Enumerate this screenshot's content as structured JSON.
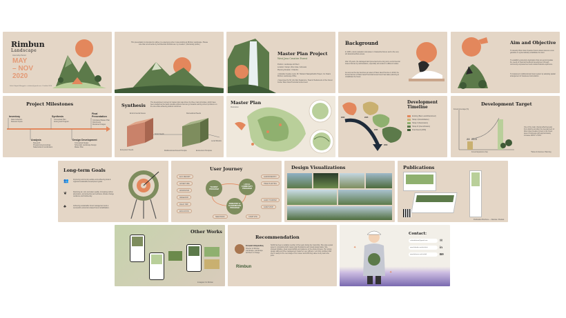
{
  "colors": {
    "slide_bg": "#e4d6c6",
    "accent_orange": "#e3875c",
    "forest_green": "#5c7a4a",
    "dark_green": "#3e5a36",
    "pale_green": "#b9cf9a",
    "purple": "#7a6ab0"
  },
  "slide1": {
    "title_line1": "Rimbun",
    "title_line2": "Landscape",
    "subtitle": "Internship Period",
    "month1": "MAY",
    "month2": "– NOV",
    "year": "2020",
    "footer": "Suhiti Vidyadi Manggala • suhitivm@gmail.com • Portfolio 2020"
  },
  "slide2": {
    "body": "This presentation is intended to outline my experience when I was working at Rimbun Landscape. Please note that not all works by Architectural Portfolio are my creation. ( Rebrandly profile )"
  },
  "slide3": {
    "title": "Master Plan Project",
    "subtitle": "West Java Creative Forest",
    "lines": [
      "Position: Landscape Architect",
      "Location: Cianjur, West Java, Indonesia",
      "Planning Duration: 6 Months",
      "• Adorable Creative Land, Mr. Hartanto Wasiyatfuddin Project, Co: Rasim Rimbun Landscape Office",
      "• Supervised by Mr. Aris Dan Sugianono, Head of Settlements of the Forest Center West Java Provincial Government"
    ]
  },
  "slide4": {
    "title": "Background",
    "paras": [
      "In 2005, a land evaluation took place in Cianandra Forest, and to the very left abandoned/bare areas.",
      "After 15 years, the damaged land prevented some long term environmental issues that are by deforestation, especially soil erosion to different scales.",
      "As soon as the site becomes an asset of West Java Province in 2019, the Forest Service of West Java Provincial Government has taken planning to rehabilitate the forest."
    ]
  },
  "slide5": {
    "title": "Aim and Objective",
    "paras": [
      "To develop West Java Creative Forest values area as a new guideline to systematically rehabilitate the land.",
      "To establish ecotourism destination that can accommodate the needs of financial livelihood development through community empowerment and outdoor/natural experience.",
      "To implement multifunctional forest system by adopting spatial arrangement of Javanese local wisdom."
    ]
  },
  "slide6": {
    "title": "Project Milestones",
    "stages": [
      {
        "name": "Inventory",
        "items": [
          "Data Collection",
          "Relevant Inputs"
        ]
      },
      {
        "name": "Synthesis",
        "items": [
          "Conceptual Plan",
          "Zoning and Program"
        ]
      },
      {
        "name": "Final Presentation",
        "items": [
          "Completed Master Plan Documents",
          "Rendered Images"
        ]
      },
      {
        "name": "Analysis",
        "items": [
          "Research",
          "Programming & Listings",
          "Stakeholders Coordination"
        ]
      },
      {
        "name": "Design Development",
        "items": [
          "Conceptual Design",
          "Schematic Landscape Design",
          "Master Plan"
        ]
      }
    ]
  },
  "slide7": {
    "title": "Synthesis",
    "body": "The development concept of master plan was driven by three main principles, which have been studied as the basic possible options that can go towards solving current problems on the site while achieving desired outcomes.",
    "labels": [
      "Environmental Issues",
      "Socio Needs",
      "Recreational Needs",
      "Ecosystem Needs",
      "Multifunctional Forest Principle",
      "Local Wisdom",
      "Ecotourism Principles"
    ]
  },
  "slide8": {
    "title": "Master Plan",
    "subtitle": "Illustration"
  },
  "slide9": {
    "title": "Development Timeline",
    "legend": [
      "Existing (Bare Land/Abandoned)",
      "Tahap I (Rehabilitation)",
      "Tahap II (Restoration)",
      "Tahap III (Intensification)",
      "Final Result (2050)"
    ],
    "years": [
      "2020",
      "2025",
      "2035",
      "2050"
    ]
  },
  "slide10": {
    "title": "Development Target",
    "body": "One of the main criteria (effectiveness) from Adorbs and after the development of West Java Creative Forest is the forest area of Indonesia with approximately increase 200%* of 54%.",
    "axis_label": "Forest Coverage (%)",
    "bar_labels": [
      "23",
      "23.3"
    ],
    "axis_x": "Forest Expansion (ha)",
    "footnote": "*Notes & Sources: Planning"
  },
  "slide11": {
    "title": "Long-term Goals",
    "goals": [
      "Improving community welfare and achieving local & regional sustainable development goals.",
      "Restoring air, soil, and water quality, increasing carbon absorption, and protection and enhance climate change resilience and biodiversity.",
      "Achieving sustainable forest management and a successful ecotourism-based forest rehabilitation."
    ]
  },
  "slide12": {
    "title": "User Journey",
    "nodes": [
      "TOURIST PROGRAM",
      "LOCAL COMMUNITY PROGRAM",
      "FORESTRY & ACADEMICIAN PROGRAM"
    ],
    "tags": [
      "ECO RESORT",
      "ADVENTURE",
      "WORKSHOP",
      "RESEARCH",
      "FIELD TRIP",
      "EDUCATION",
      "AGRIFORESTRY",
      "TREE PLANTING",
      "AGRO TOURISM",
      "FARM SHOP",
      "SEED BANK",
      "CAMP SITE"
    ]
  },
  "slide13": {
    "title": "Design Visualizations"
  },
  "slide14": {
    "title": "Publications",
    "caption": "Publication Brochure — Website / Booklet"
  },
  "slide15": {
    "title": "Other Works",
    "footnote": "Instagram for Rimbun"
  },
  "slide16": {
    "title": "Recommendation",
    "name": "Ernawati Hidayatulhaq",
    "role": "Director of Rimbun Landscape, Landscape Architect in Charge",
    "body": "Suhiti has been a reliable member of the team during her internship. She was a great asset in completing both master plan illustrations and visual design tasks. She showed initiative, great responsibility and patience to the whole process. Her strong design skills and time management made her very efficient. I am fully confident that she is ready for the next stage of her career and will bring value to any team she joins.",
    "logo_text": "Rimbun"
  },
  "slide17": {
    "title": "Contact:",
    "email": "suhitahelmiwi@gmail.com",
    "linkedin": "www.linkedin.com/in/suhiti",
    "behance": "www.behance.net/suhitiif",
    "icons": [
      "mail-icon",
      "linkedin-icon",
      "behance-icon"
    ]
  }
}
